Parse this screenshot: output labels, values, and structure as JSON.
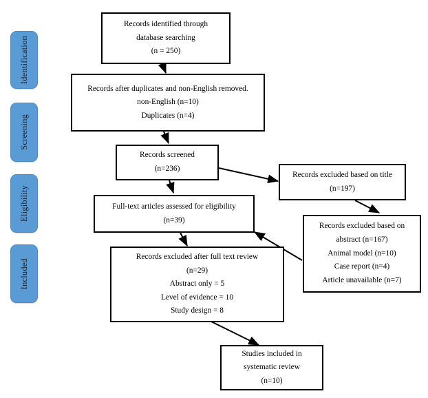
{
  "diagram": {
    "type": "prisma-flow-diagram",
    "accent_color": "#5b9bd5",
    "line_color": "#000000",
    "stages": [
      {
        "label": "Identification"
      },
      {
        "label": "Screening"
      },
      {
        "label": "Eligibility"
      },
      {
        "label": "Included"
      }
    ],
    "boxes": [
      {
        "id": "records-identified",
        "lines": [
          "Records identified through",
          "database searching",
          "(n = 250)"
        ]
      },
      {
        "id": "after-duplicates-removed",
        "lines": [
          "Records after duplicates and non-English removed.",
          "non-English (n=10)",
          "Duplicates (n=4)"
        ]
      },
      {
        "id": "records-screened",
        "lines": [
          "Records screened",
          "(n=236)"
        ]
      },
      {
        "id": "excluded-by-title",
        "lines": [
          "Records excluded based on title",
          "(n=197)"
        ]
      },
      {
        "id": "fulltext-assessed",
        "lines": [
          "Full-text articles assessed for eligibility",
          "(n=39)"
        ]
      },
      {
        "id": "excluded-by-abstract",
        "lines": [
          "Records excluded based on",
          "abstract (n=167)",
          "Animal model (n=10)",
          "Case report (n=4)",
          "Article unavailable (n=7)"
        ]
      },
      {
        "id": "excluded-after-fulltext",
        "lines": [
          "Records excluded after full text review",
          "(n=29)",
          "Abstract only = 5",
          "Level of evidence = 10",
          "Study design = 8"
        ]
      },
      {
        "id": "studies-included",
        "lines": [
          "Studies included in",
          "systematic review",
          "(n=10)"
        ]
      }
    ]
  }
}
